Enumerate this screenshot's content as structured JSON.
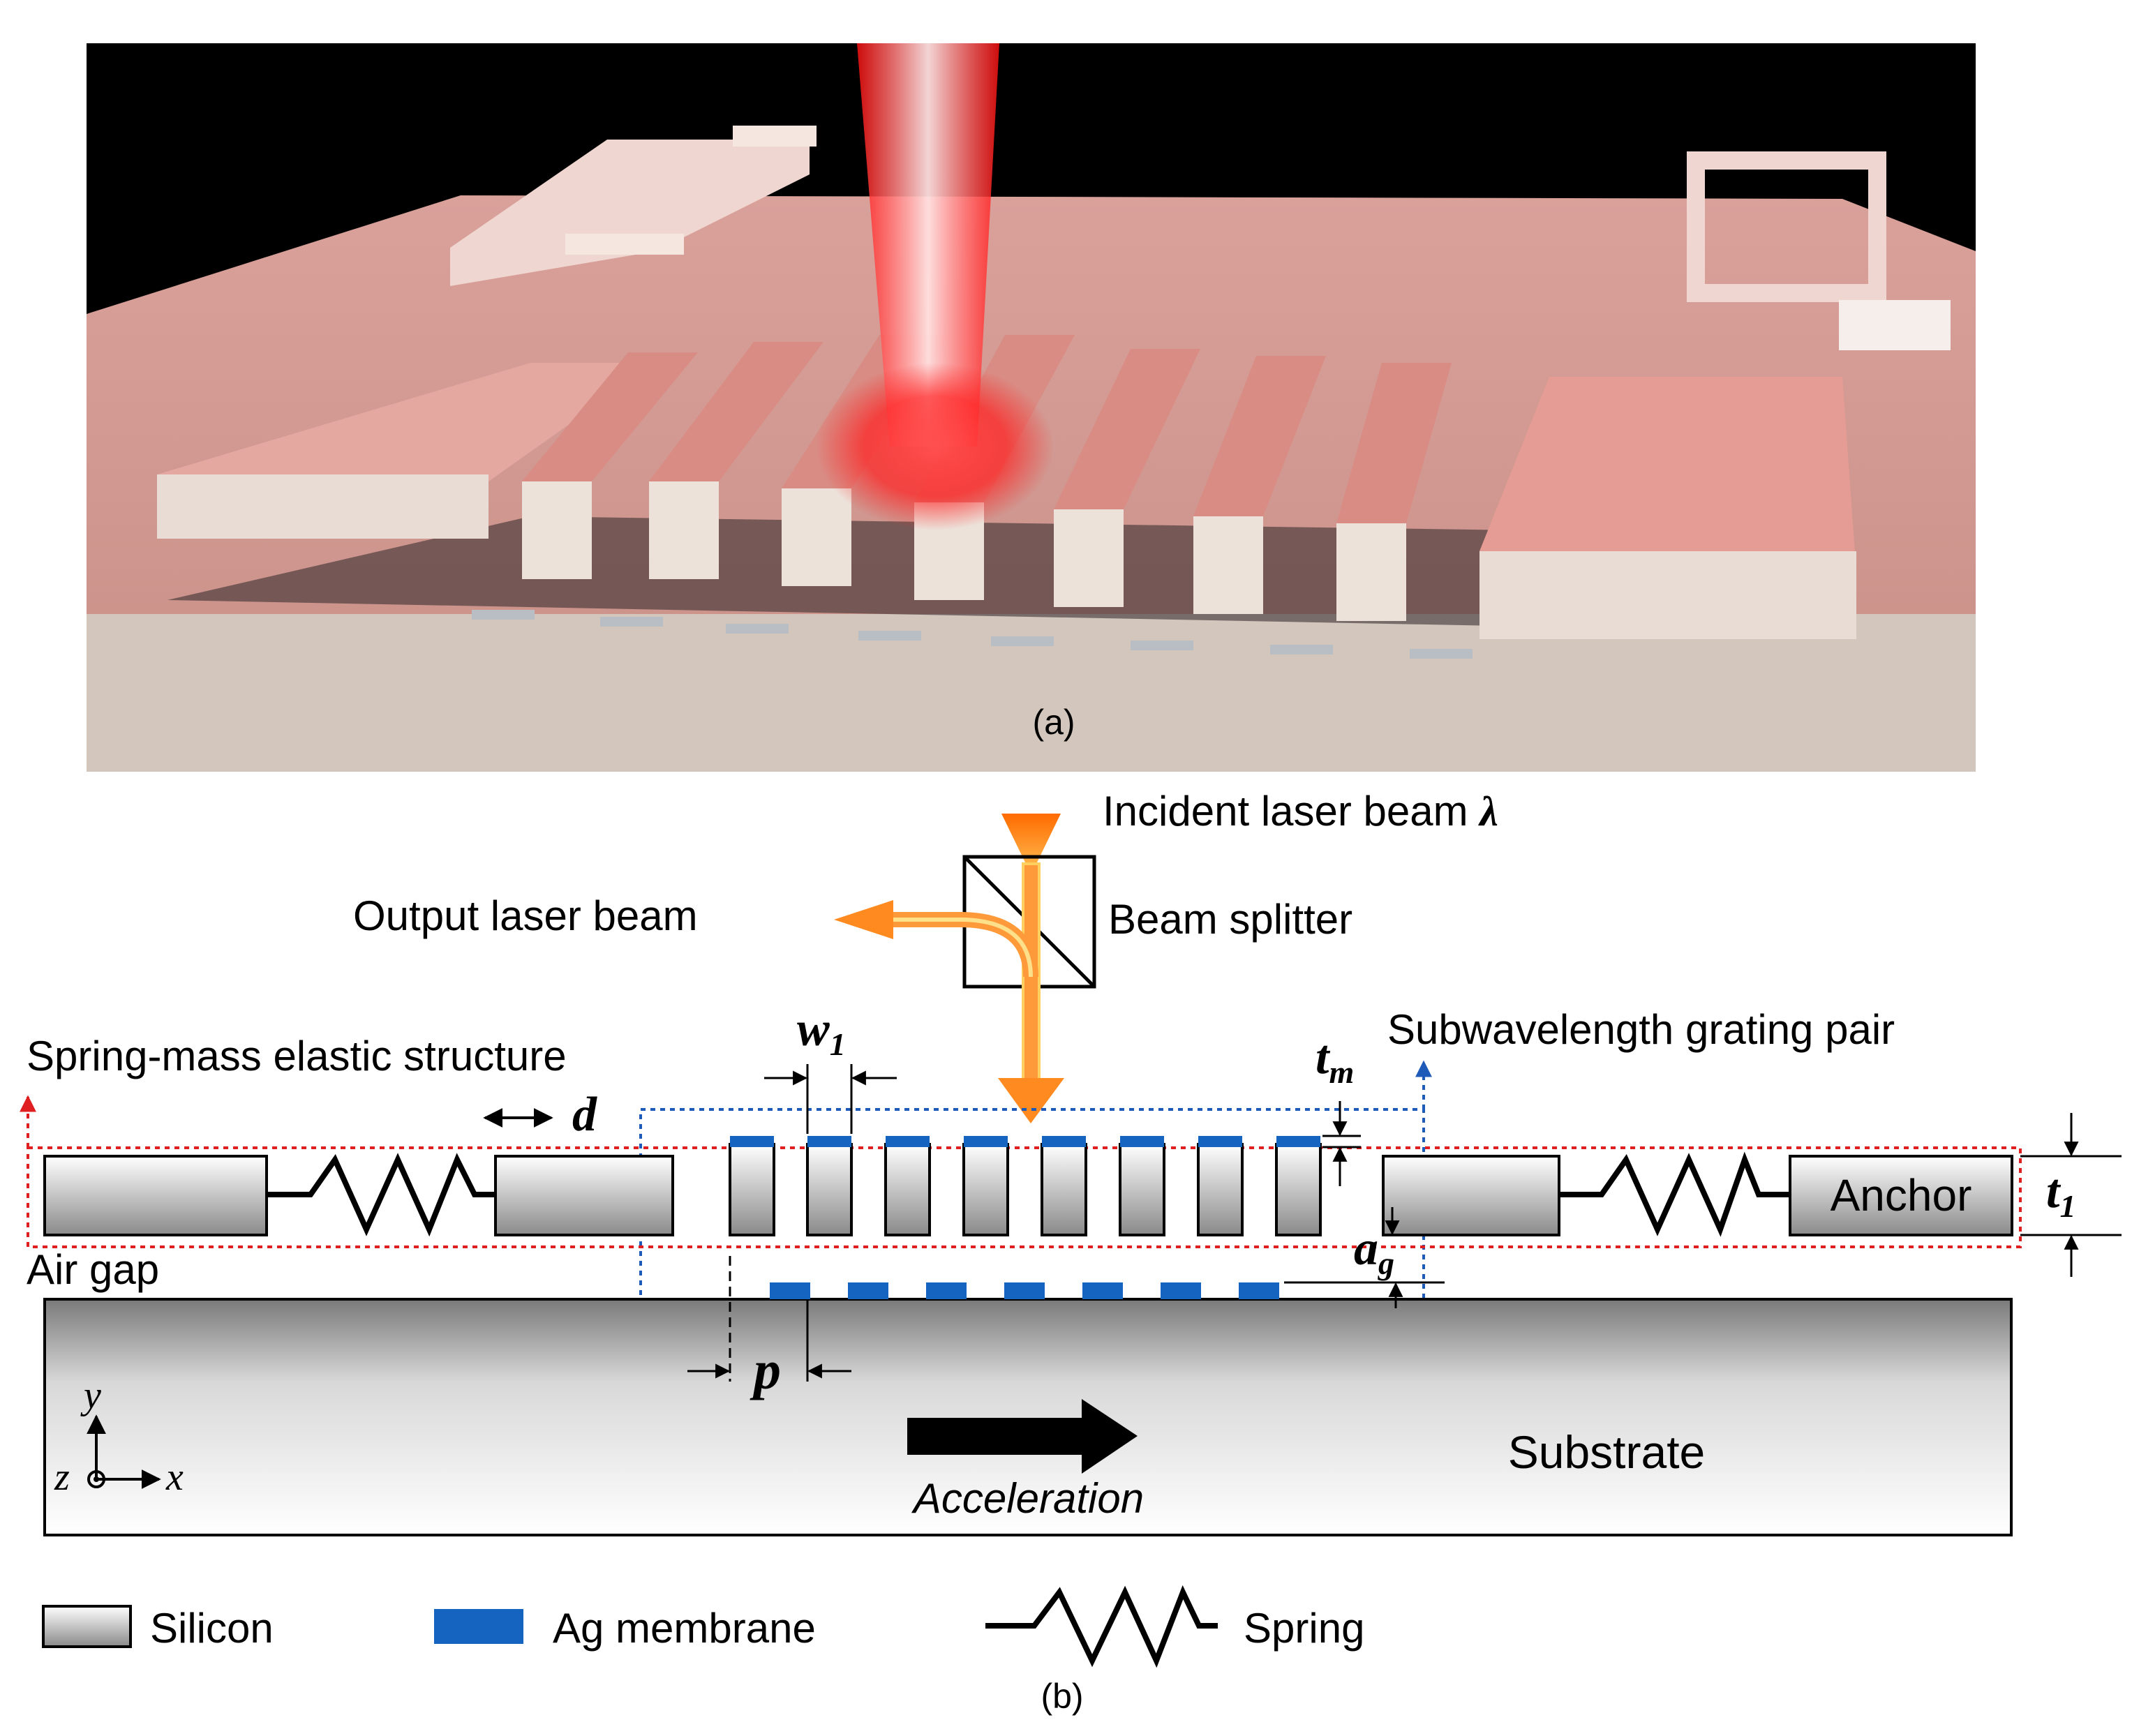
{
  "panel_a": {
    "label": "(a)"
  },
  "panel_b": {
    "label": "(b)",
    "labels": {
      "incident_beam": "Incident laser beam",
      "lambda": "λ",
      "beam_splitter": "Beam splitter",
      "output_beam": "Output laser beam",
      "spring_mass": "Spring-mass elastic structure",
      "grating_pair": "Subwavelength grating pair",
      "air_gap": "Air gap",
      "anchor": "Anchor",
      "substrate": "Substrate",
      "acceleration": "Acceleration"
    },
    "dimensions": {
      "w1_main": "w",
      "w1_sub": "1",
      "tm_main": "t",
      "tm_sub": "m",
      "t1_main": "t",
      "t1_sub": "1",
      "ag_main": "a",
      "ag_sub": "g",
      "d": "d",
      "p": "p"
    },
    "axes": {
      "y": "y",
      "x": "x",
      "z": "z"
    },
    "legend": {
      "silicon": "Silicon",
      "ag_membrane": "Ag membrane",
      "spring": "Spring"
    },
    "colors": {
      "ag_membrane": "#1565c0",
      "laser": "#ff7a1a",
      "spring_mass_outline": "#e02020",
      "grating_outline": "#1e5bb8"
    }
  }
}
